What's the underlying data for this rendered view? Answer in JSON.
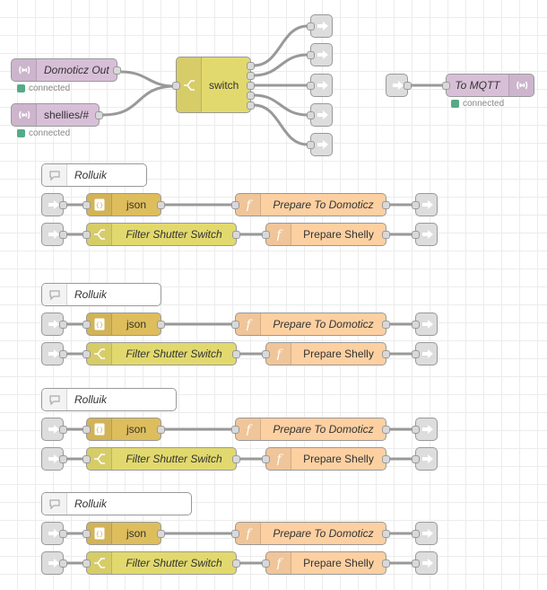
{
  "nodes": {
    "domoticz_out": "Domoticz Out",
    "shellies": "shellies/#",
    "switch": "switch",
    "to_mqtt": "To MQTT",
    "connected": "connected"
  },
  "groups": [
    {
      "comment": "Rolluik",
      "json": "json",
      "prepare_domoticz": "Prepare To Domoticz",
      "filter": "Filter Shutter Switch",
      "prepare_shelly": "Prepare Shelly"
    },
    {
      "comment": "Rolluik",
      "json": "json",
      "prepare_domoticz": "Prepare To Domoticz",
      "filter": "Filter Shutter Switch",
      "prepare_shelly": "Prepare Shelly"
    },
    {
      "comment": "Rolluik",
      "json": "json",
      "prepare_domoticz": "Prepare To Domoticz",
      "filter": "Filter Shutter Switch",
      "prepare_shelly": "Prepare Shelly"
    },
    {
      "comment": "Rolluik",
      "json": "json",
      "prepare_domoticz": "Prepare To Domoticz",
      "filter": "Filter Shutter Switch",
      "prepare_shelly": "Prepare Shelly"
    }
  ],
  "colors": {
    "mqtt": "#d8bfd8",
    "switch": "#e2d96e",
    "function": "#fdd0a2",
    "json": "#debd5c",
    "link": "#dddddd",
    "wire": "#999999",
    "status_connected": "#55aa88"
  }
}
